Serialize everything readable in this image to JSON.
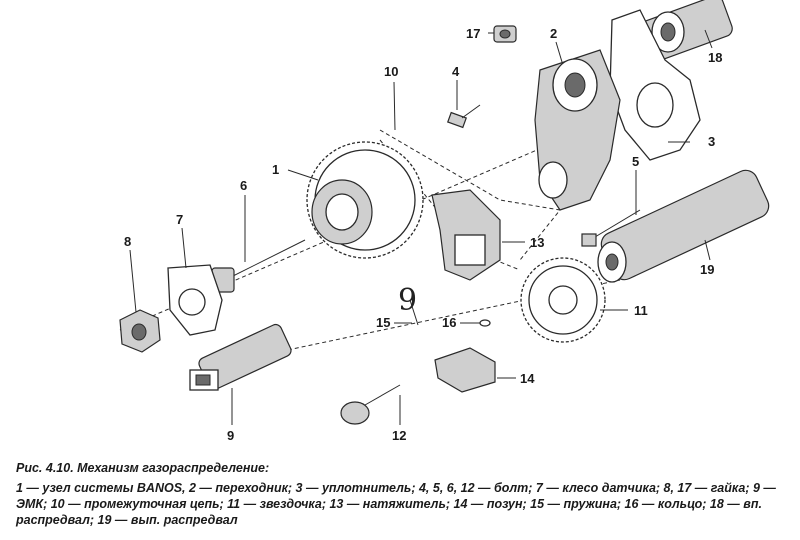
{
  "caption": {
    "title": "Рис. 4.10. Механизм газораспределение:",
    "legend": "1 — узел системы BANOS, 2 — переходник; 3 — уплотнитель; 4, 5, 6, 12 — болт; 7 — клесо датчика; 8, 17 — гайка; 9 — ЭМК; 10 — промежуточная цепь; 11 — звездочка; 13 — натяжитель; 14 — позун; 15 — пружина; 16 — кольцо; 18 — вп. распредвал; 19 — вып. распредвал"
  },
  "callouts": [
    "1",
    "2",
    "3",
    "4",
    "5",
    "6",
    "7",
    "8",
    "9",
    "10",
    "11",
    "12",
    "13",
    "14",
    "15",
    "16",
    "17",
    "18",
    "19"
  ],
  "handwritten_mark": "9"
}
